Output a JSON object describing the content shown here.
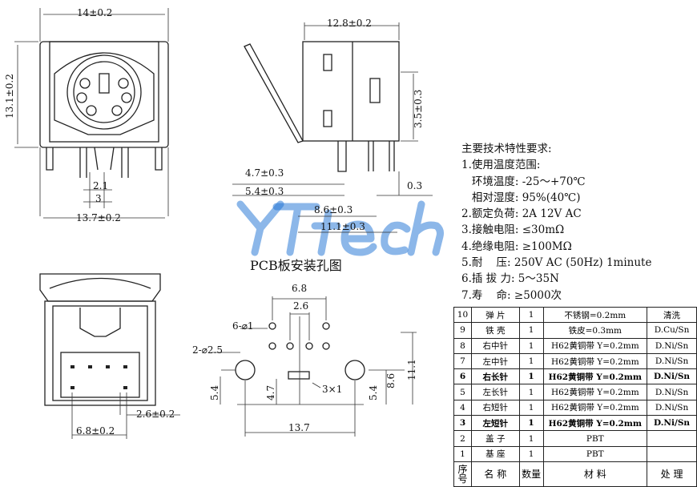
{
  "front_view": {
    "width_top": "14±0.2",
    "height": "13.1±0.2",
    "pin_pitch": "2.1",
    "pin_span": "3",
    "width_bottom": "13.7±0.2"
  },
  "side_view": {
    "depth": "12.8±0.2",
    "shell_h": "3.5±0.3",
    "d1": "4.7±0.3",
    "d2": "5.4±0.3",
    "d3": "8.6±0.3",
    "d4": "11.1±0.3",
    "thickness": "0.3"
  },
  "bottom_view": {
    "pin_offset": "2.6±0.2",
    "pin_span": "6.8±0.2"
  },
  "pcb": {
    "title": "PCB板安装孔图",
    "w1": "6.8",
    "w2": "2.6",
    "holes_small": "6-⌀1",
    "holes_big": "2-⌀2.5",
    "slot": "3×1",
    "h1": "5.4",
    "h2": "4.7",
    "h3": "5.4",
    "h4": "8.6",
    "h5": "11.1",
    "w3": "13.7"
  },
  "watermark": "YTtech",
  "specs": {
    "title": "主要技术特性要求:",
    "lines": [
      "1.使用温度范围:",
      "   环境温度: -25～+70℃",
      "   相对湿度: 95%(40℃)",
      "2.额定负荷: 2A 12V AC",
      "3.接触电阻: ≤30mΩ",
      "4.绝缘电阻: ≥100MΩ",
      "5.耐    压: 250V AC (50Hz) 1minute",
      "6.插 拔 力: 5～35N",
      "7.寿    命: ≥5000次"
    ]
  },
  "bom": {
    "rows": [
      [
        "10",
        "弹 片",
        "1",
        "不锈钢=0.2mm",
        "清洗"
      ],
      [
        "9",
        "铁 壳",
        "1",
        "铁皮=0.3mm",
        "D.Cu/Sn"
      ],
      [
        "8",
        "右中针",
        "1",
        "H62黄铜带 Y=0.2mm",
        "D.Ni/Sn"
      ],
      [
        "7",
        "左中针",
        "1",
        "H62黄铜带 Y=0.2mm",
        "D.Ni/Sn"
      ],
      [
        "6",
        "右长针",
        "1",
        "H62黄铜带 Y=0.2mm",
        "D.Ni/Sn"
      ],
      [
        "5",
        "左长针",
        "1",
        "H62黄铜带 Y=0.2mm",
        "D.Ni/Sn"
      ],
      [
        "4",
        "右短针",
        "1",
        "H62黄铜带 Y=0.2mm",
        "D.Ni/Sn"
      ],
      [
        "3",
        "左短针",
        "1",
        "H62黄铜带 Y=0.2mm",
        "D.Ni/Sn"
      ],
      [
        "2",
        "盖 子",
        "1",
        "PBT",
        ""
      ],
      [
        "1",
        "基 座",
        "1",
        "PBT",
        ""
      ]
    ],
    "header": [
      "序号",
      "名 称",
      "数量",
      "材  料",
      "处  理"
    ]
  }
}
